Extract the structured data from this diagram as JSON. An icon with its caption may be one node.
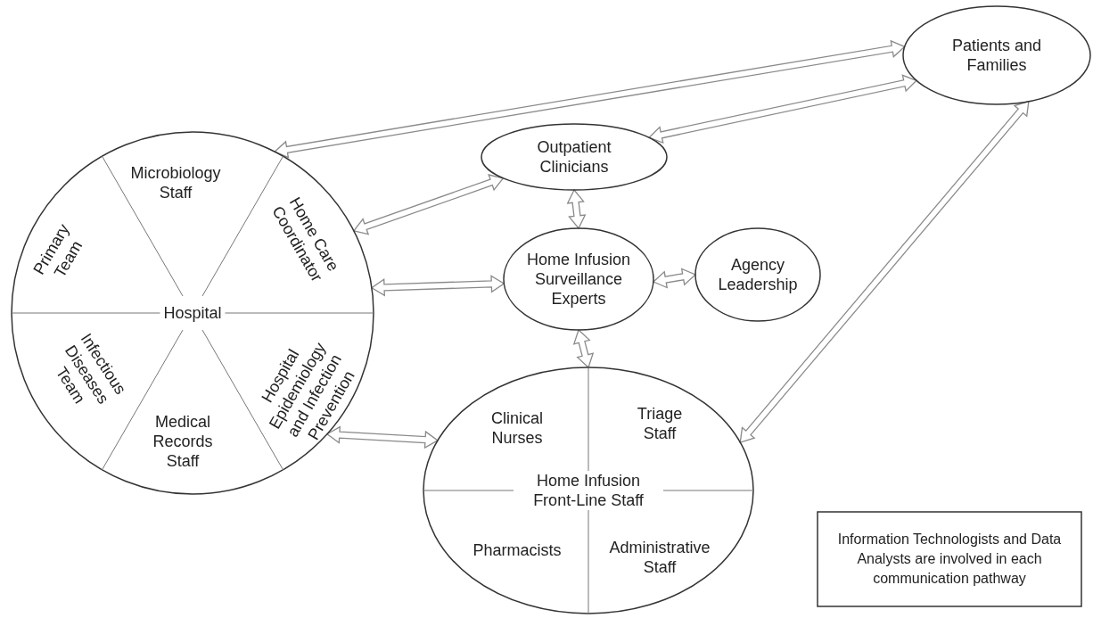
{
  "diagram": {
    "nodes": [
      {
        "text": [
          "Patients and Families"
        ]
      },
      {
        "text": [
          "Hospital"
        ]
      },
      {
        "text": [
          "Microbiology Staff"
        ],
        "in": 1
      },
      {
        "text": [
          "Primary Team"
        ],
        "in": 1
      },
      {
        "text": [
          "Home Care Coordinator"
        ],
        "in": 1
      },
      {
        "text": [
          "Infectious Diseases Team"
        ],
        "in": 1
      },
      {
        "text": [
          "Medical Records Staff"
        ],
        "in": 1
      },
      {
        "text": [
          "Hospital Epidemiology and Infection Prevention"
        ],
        "in": 1
      },
      {
        "text": [
          "Outpatient Clinicians"
        ]
      },
      {
        "text": [
          "Home Infusion Surveillance Experts"
        ]
      },
      {
        "text": [
          "Agency Leadership"
        ]
      },
      {
        "text": [
          "Home Infusion Front-Line Staff"
        ]
      },
      {
        "text": [
          "Clinical Nurses"
        ],
        "in": 11
      },
      {
        "text": [
          "Triage Staff"
        ],
        "in": 11
      },
      {
        "text": [
          "Pharmacists"
        ],
        "in": 11
      },
      {
        "text": [
          "Administrative Staff"
        ],
        "in": 11
      },
      {
        "text": [
          "Information Technologists and Data Analysts are involved in each communication pathway"
        ]
      }
    ],
    "edges": [
      {
        "from": 0,
        "to": 1,
        "arrow": "both"
      },
      {
        "from": 0,
        "to": 8,
        "arrow": "both"
      },
      {
        "from": 0,
        "to": 11,
        "arrow": "both"
      },
      {
        "from": 1,
        "to": 8,
        "arrow": "both"
      },
      {
        "from": 8,
        "to": 9,
        "arrow": "both"
      },
      {
        "from": 1,
        "to": 9,
        "arrow": "both"
      },
      {
        "from": 9,
        "to": 10,
        "arrow": "both"
      },
      {
        "from": 9,
        "to": 11,
        "arrow": "both"
      },
      {
        "from": 1,
        "to": 11,
        "arrow": "both"
      }
    ]
  }
}
